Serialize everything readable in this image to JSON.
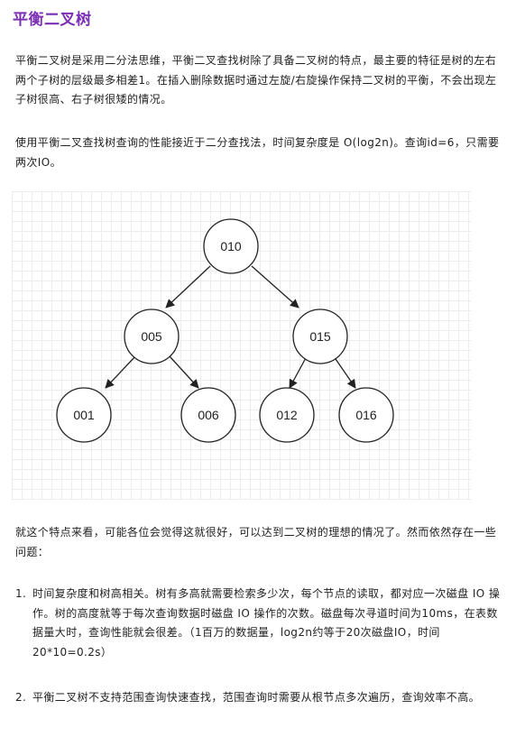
{
  "title": "平衡二叉树",
  "paragraphs": [
    "平衡二叉树是采用二分法思维，平衡二叉查找树除了具备二叉树的特点，最主要的特征是树的左右两个子树的层级最多相差1。在插入删除数据时通过左旋/右旋操作保持二叉树的平衡，不会出现左子树很高、右子树很矮的情况。",
    "使用平衡二叉查找树查询的性能接近于二分查找法，时间复杂度是 O(log2n)。查询id=6，只需要两次IO。",
    "就这个特点来看，可能各位会觉得这就很好，可以达到二叉树的理想的情况了。然而依然存在一些问题："
  ],
  "tree": {
    "root": "010",
    "left": "005",
    "right": "015",
    "left_left": "001",
    "left_right": "006",
    "right_left": "012",
    "right_right": "016"
  },
  "list": [
    {
      "number": "1.",
      "text": "时间复杂度和树高相关。树有多高就需要检索多少次，每个节点的读取，都对应一次磁盘 IO 操作。树的高度就等于每次查询数据时磁盘 IO 操作的次数。磁盘每次寻道时间为10ms，在表数据量大时，查询性能就会很差。（1百万的数据量，log2n约等于20次磁盘IO，时间20*10=0.2s）"
    },
    {
      "number": "2.",
      "text": "平衡二叉树不支持范围查询快速查找，范围查询时需要从根节点多次遍历，查询效率不高。"
    }
  ]
}
